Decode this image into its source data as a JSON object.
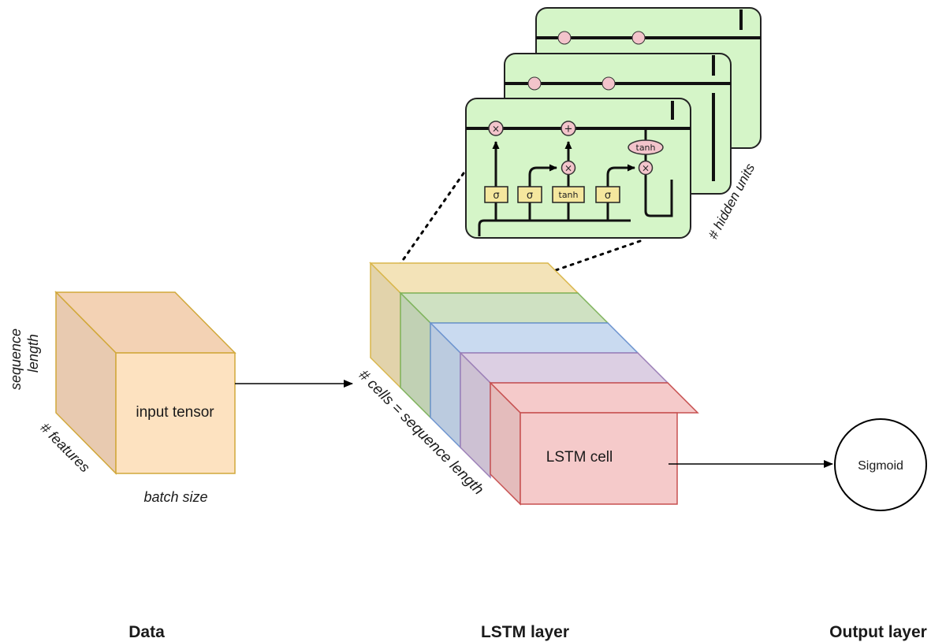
{
  "data_section": {
    "cube_label": "input tensor",
    "dim_sequence_line1": "sequence",
    "dim_sequence_line2": "length",
    "dim_features": "# features",
    "dim_batch": "batch size",
    "footer": "Data"
  },
  "lstm_section": {
    "cell_label": "LSTM cell",
    "dim_cells": "# cells = sequence length",
    "dim_hidden": "# hidden units",
    "footer": "LSTM layer",
    "layer_colors": [
      "#f3e3b8",
      "#cfe1c2",
      "#c9daf0",
      "#dccfe3",
      "#f5caca"
    ],
    "layer_borders": [
      "#d9b64a",
      "#7fb35c",
      "#6c93cf",
      "#9b7fb7",
      "#c75050"
    ]
  },
  "lstm_cell_detail": {
    "gates": [
      "σ",
      "σ",
      "tanh",
      "σ"
    ],
    "ops": [
      "×",
      "+",
      "×",
      "×"
    ],
    "output_activation": "tanh",
    "panel_color": "#d5f5c8"
  },
  "output_section": {
    "node_label": "Sigmoid",
    "footer": "Output layer"
  }
}
